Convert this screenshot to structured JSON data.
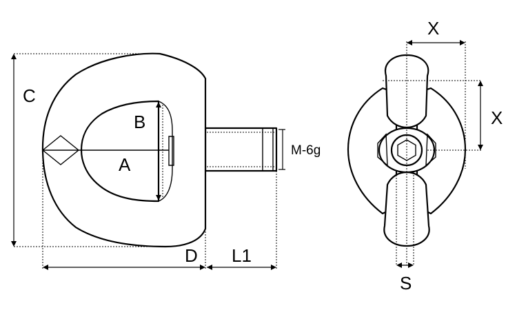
{
  "labels": {
    "A": "A",
    "B": "B",
    "C": "C",
    "D": "D",
    "L1": "L1",
    "thread": "M-6g",
    "X_top": "X",
    "X_right": "X",
    "S": "S"
  }
}
